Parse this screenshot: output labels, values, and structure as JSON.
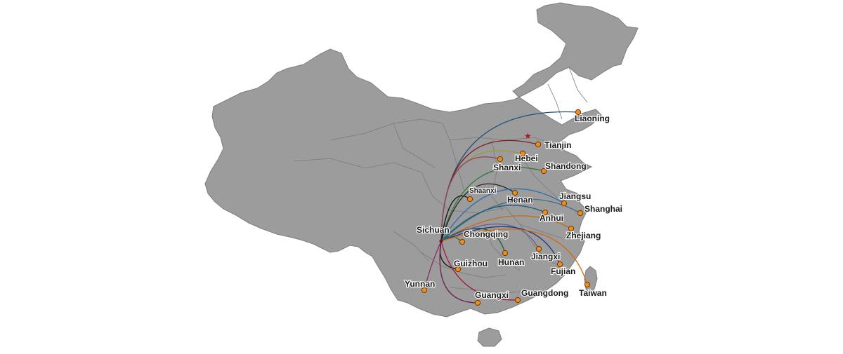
{
  "map": {
    "origin": {
      "name": "Sichuan"
    },
    "capital_icon": "star-icon",
    "land_color": "#9c9c9c",
    "dot_color": "#f08c1e",
    "destinations": [
      {
        "name": "Liaoning",
        "color": "#1f4e79"
      },
      {
        "name": "Tianjin",
        "color": "#7a1e1e"
      },
      {
        "name": "Hebei",
        "color": "#9b9b3a"
      },
      {
        "name": "Shanxi",
        "color": "#8e3e6e"
      },
      {
        "name": "Shandong",
        "color": "#2c7a3a"
      },
      {
        "name": "Shaanxi",
        "color": "#111111"
      },
      {
        "name": "Henan",
        "color": "#222222"
      },
      {
        "name": "Jiangsu",
        "color": "#2d6fb0"
      },
      {
        "name": "Shanghai",
        "color": "#3e6e86"
      },
      {
        "name": "Anhui",
        "color": "#1a5d7a"
      },
      {
        "name": "Zhejiang",
        "color": "#c06a1a"
      },
      {
        "name": "Chongqing",
        "color": "#1d7a2e"
      },
      {
        "name": "Hunan",
        "color": "#145c2e"
      },
      {
        "name": "Jiangxi",
        "color": "#6a5a9a"
      },
      {
        "name": "Fujian",
        "color": "#2a3a7a"
      },
      {
        "name": "Taiwan",
        "color": "#d06a10"
      },
      {
        "name": "Guizhou",
        "color": "#151515"
      },
      {
        "name": "Yunnan",
        "color": "#8a2a6a"
      },
      {
        "name": "Guangxi",
        "color": "#6e1e4e"
      },
      {
        "name": "Guangdong",
        "color": "#a01a3a"
      }
    ]
  }
}
